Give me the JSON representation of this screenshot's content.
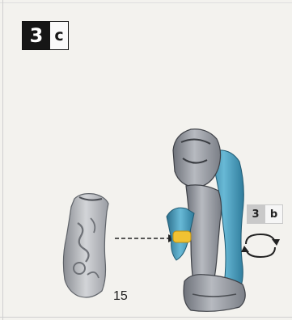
{
  "step": {
    "number": "3",
    "sub": "c"
  },
  "reference": {
    "number": "3",
    "sub": "b"
  },
  "part": {
    "label": "15"
  },
  "colors": {
    "figure_grey": "#8f939a",
    "teal": "#3f93b4",
    "peg_yellow": "#f1c232",
    "badge_dark": "#161616"
  },
  "icons": {
    "rotate": "rotate-arrows-icon"
  }
}
